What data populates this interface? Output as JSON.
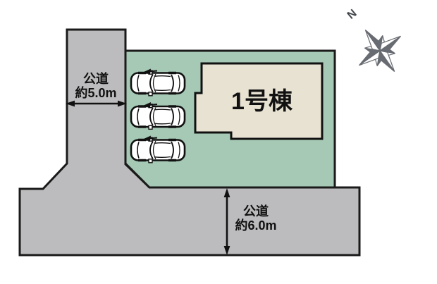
{
  "scene": {
    "building_label": "1号棟",
    "road_west": {
      "line1": "公道",
      "line2": "約5.0m"
    },
    "road_south": {
      "line1": "公道",
      "line2": "約6.0m"
    },
    "compass_north_label": "N",
    "parking_car_count": 3,
    "colors": {
      "background": "#ffffff",
      "road_fill": "#bcbcbe",
      "plot_fill": "#a5c9b5",
      "building_fill": "#e8e2d2",
      "outline": "#1a1a1a",
      "compass": "#686c72",
      "car_body": "#ffffff"
    }
  }
}
